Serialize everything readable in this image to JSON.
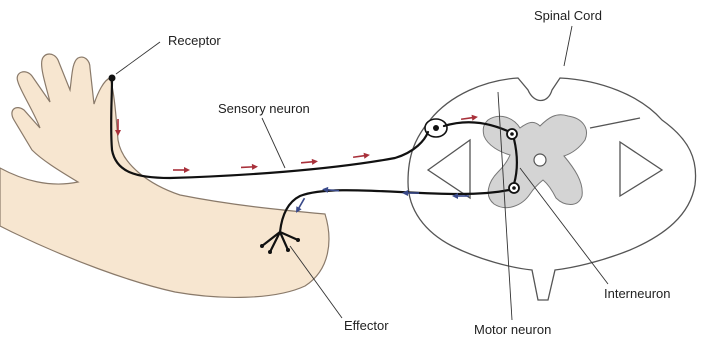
{
  "labels": {
    "spinal_cord": "Spinal Cord",
    "receptor": "Receptor",
    "sensory_neuron": "Sensory neuron",
    "interneuron": "Interneuron",
    "effector": "Effector",
    "motor_neuron": "Motor neuron"
  },
  "colors": {
    "skin": "#f7e6d0",
    "skin_outline": "#8a7a6a",
    "grey_matter": "#d4d4d4",
    "nerve": "#111111",
    "sensory_arrow": "#a8303a",
    "motor_arrow": "#3a4a8a"
  }
}
